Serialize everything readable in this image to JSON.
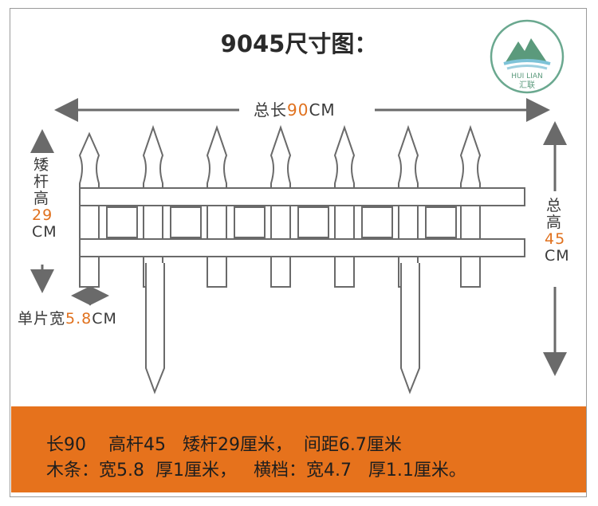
{
  "title": "9045尺寸图：",
  "logo": {
    "text_latin": "HUI LIAN",
    "text_cn": "汇联",
    "icon": "mountain-logo-icon"
  },
  "dimensions": {
    "total_length": {
      "prefix": "总长",
      "value": "90",
      "unit": "CM"
    },
    "short_height": {
      "prefix": "矮杆高",
      "value": "29",
      "unit": "CM"
    },
    "total_height": {
      "prefix": "总高",
      "value": "45",
      "unit": "CM"
    },
    "single_width": {
      "prefix": "单片宽",
      "value": "5.8",
      "unit": "CM"
    }
  },
  "info": {
    "line1": "长90    高杆45   矮杆29厘米，  间距6.7厘米",
    "line2": "木条：宽5.8  厚1厘米，   横档：宽4.7   厚1.1厘米。"
  },
  "colors": {
    "accent": "#e6721c",
    "number": "#e0711e",
    "line": "#6a6a6a"
  }
}
